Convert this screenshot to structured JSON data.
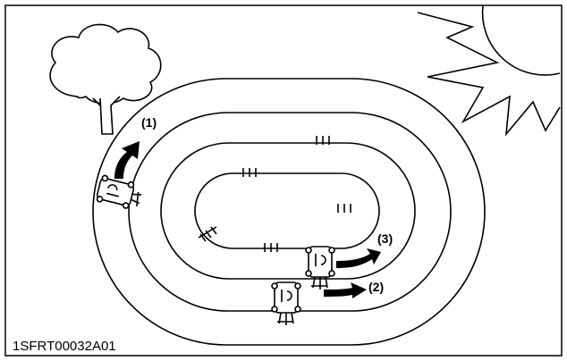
{
  "labels": {
    "step1": "(1)",
    "step2": "(2)",
    "step3": "(3)"
  },
  "figure_code": "1SFRT00032A01",
  "icons": [
    "tree-icon",
    "sun-icon",
    "mower-icon",
    "direction-arrow-icon",
    "tread-marks-icon"
  ]
}
